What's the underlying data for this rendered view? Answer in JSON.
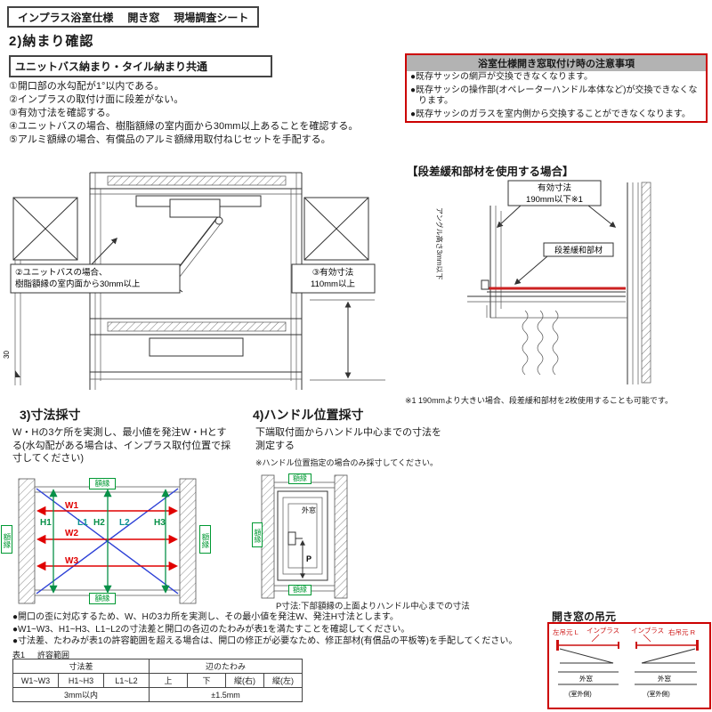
{
  "page": {
    "header_parts": [
      "インプラス浴室仕様",
      "開き窓",
      "現場調査シート"
    ]
  },
  "colors": {
    "caution_border": "#cc0000",
    "title_bar_gray": "#b3b3b3",
    "w_arrow_red": "#e00000",
    "h_arrow_green": "#089048",
    "l_label_teal": "#0a9090",
    "diagonal_blue": "#2b3fd6",
    "relief_member_red": "#cc2222",
    "hinge_red": "#cc1111",
    "frame_label_green": "#009933"
  },
  "section2": {
    "heading": "2)納まり確認",
    "box_title": "ユニットバス納まり・タイル納まり共通",
    "items": [
      "①開口部の水勾配が1°以内である。",
      "②インプラスの取付け面に段差がない。",
      "③有効寸法を確認する。",
      "④ユニットバスの場合、樹脂額縁の室内面から30mm以上あることを確認する。",
      "⑤アルミ額縁の場合、有償品のアルミ額縁用取付ねじセットを手配する。"
    ]
  },
  "caution": {
    "title": "浴室仕様開き窓取付け時の注意事項",
    "items": [
      "●既存サッシの網戸が交換できなくなります。",
      "●既存サッシの操作部(オペレーターハンドル本体など)が交換できなくなります。",
      "●既存サッシのガラスを室内側から交換することができなくなります。"
    ]
  },
  "step_relief": {
    "title": "【段差緩和部材を使用する場合】",
    "dim_line1": "有効寸法",
    "dim_line2": "190mm以下※1",
    "member_label": "段差緩和部材",
    "angle_label": "アングル高さ3mm以下",
    "note": "※1 190mmより大きい場合、段差緩和部材を2枚使用することも可能です。"
  },
  "main_drawing": {
    "callout2_line1": "②ユニットバスの場合、",
    "callout2_line2": "樹脂額縁の室内面から30mm以上",
    "callout3_line1": "③有効寸法",
    "callout3_line2": "110mm以上",
    "dim30": "30"
  },
  "section3": {
    "heading": "3)寸法採寸",
    "desc": "W・Hの3ケ所を実測し、最小値を発注W・Hとする(水勾配がある場合は、インプラス取付位置で採寸してください)",
    "labels": {
      "w1": "W1",
      "w2": "W2",
      "w3": "W3",
      "h1": "H1",
      "h2": "H2",
      "h3": "H3",
      "l1": "L1",
      "l2": "L2",
      "frame": "額縁"
    }
  },
  "section4": {
    "heading": "4)ハンドル位置採寸",
    "desc": "下端取付面からハンドル中心までの寸法を測定する",
    "note": "※ハンドル位置指定の場合のみ採寸してください。",
    "frame": "額縁",
    "outer_window": "外窓",
    "p": "P",
    "p_desc": "P寸法:下部額縁の上面よりハンドル中心までの寸法"
  },
  "notes": [
    "●開口の歪に対応するため、W、Hの3カ所を実測し、その最小値を発注W、発注H寸法とします。",
    "●W1~W3、H1~H3、L1~L2の寸法差と開口の各辺のたわみが表1を満たすことを確認してください。",
    "●寸法差、たわみが表1の許容範囲を超える場合は、開口の修正が必要なため、修正部材(有償品の平板等)を手配してください。"
  ],
  "table1": {
    "label": "表1",
    "caption": "許容範囲",
    "group1": "寸法差",
    "group2": "辺のたわみ",
    "cols": [
      "W1~W3",
      "H1~H3",
      "L1~L2",
      "上",
      "下",
      "縦(右)",
      "縦(左)"
    ],
    "val1": "3mm以内",
    "val2": "±1.5mm"
  },
  "hinge": {
    "title": "開き窓の吊元",
    "left": {
      "label": "左吊元 L",
      "inplus": "インプラス",
      "outer": "外窓",
      "outside": "(室外側)"
    },
    "right": {
      "label": "右吊元 R",
      "inplus": "インプラス",
      "outer": "外窓",
      "outside": "(室外側)"
    }
  }
}
